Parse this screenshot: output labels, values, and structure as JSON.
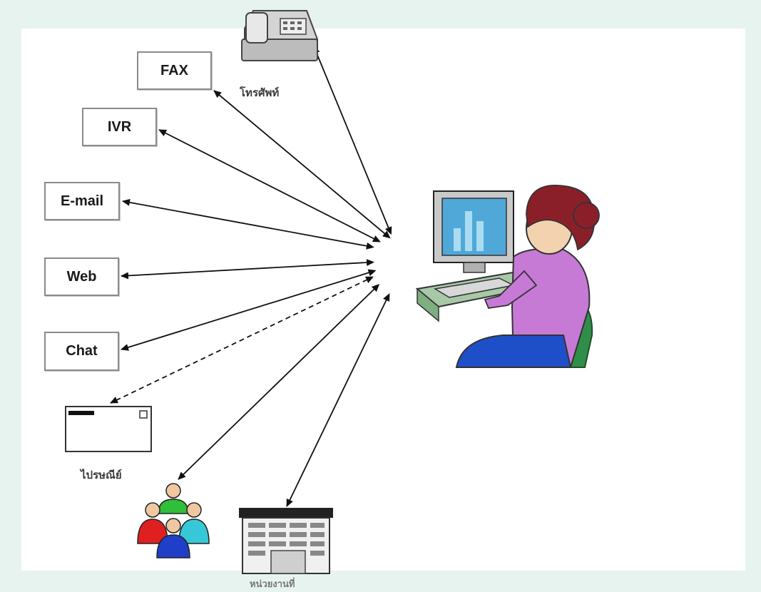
{
  "diagram": {
    "channels": {
      "fax": "FAX",
      "ivr": "IVR",
      "email": "E-mail",
      "web": "Web",
      "chat": "Chat"
    },
    "labels": {
      "telephone": "โทรศัพท์",
      "post": "ไปรษณีย์",
      "branch": "หน่วยงานที่"
    },
    "colors": {
      "box_border": "#8a8a8a",
      "arrow": "#111111",
      "background": "#e6f3ee",
      "monitor_screen": "#4fa8d8",
      "agent_shirt": "#c67ad6",
      "agent_hair": "#8a1f2a",
      "chair": "#2f8f4a",
      "desk": "#a8c9a8"
    }
  }
}
